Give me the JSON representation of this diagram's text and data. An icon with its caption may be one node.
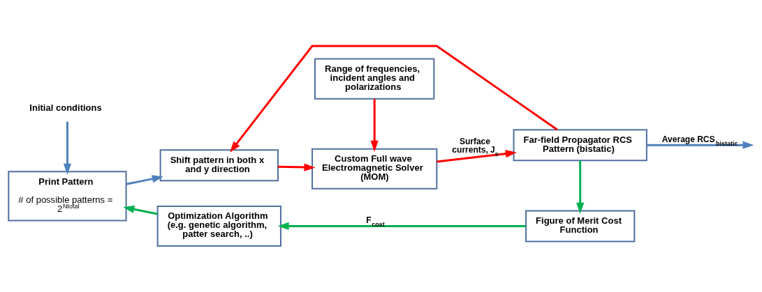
{
  "diagram": {
    "nodes": [
      {
        "text": [
          "Initial conditions"
        ]
      },
      {
        "text": [
          "Print Pattern",
          "# of possible patterns = 2$^{Ntotal}$"
        ]
      },
      {
        "text": [
          "Shift pattern in both x and y direction"
        ]
      },
      {
        "text": [
          "Range of frequencies, incident angles and polarizations"
        ]
      },
      {
        "text": [
          "Custom Full wave Electromagnetic Solver (MOM)"
        ]
      },
      {
        "text": [
          "Far-field Propagator RCS Pattern (bistatic)"
        ]
      },
      {
        "text": [
          "Figure of Merit Cost Function"
        ]
      },
      {
        "text": [
          "Optimization Algorithm (e.g. genetic algorithm, patter search, ..)"
        ]
      }
    ],
    "edges": [
      {
        "from": 0,
        "to": 1,
        "arrow": "to",
        "color": "#4f81bd"
      },
      {
        "from": 1,
        "to": 2,
        "arrow": "to",
        "color": "#4f81bd"
      },
      {
        "from": 2,
        "to": 4,
        "arrow": "to",
        "color": "#ff0000"
      },
      {
        "from": 3,
        "to": 4,
        "arrow": "to",
        "color": "#ff0000"
      },
      {
        "from": 4,
        "to": 5,
        "arrow": "to",
        "label": "Surface currents, J$_{s}$",
        "color": "#ff0000"
      },
      {
        "from": 5,
        "to": null,
        "arrow": "to",
        "label": "Average RCS$_{bistatic}$",
        "color": "#4f81bd"
      },
      {
        "from": 5,
        "to": 2,
        "arrow": "to",
        "color": "#ff0000"
      },
      {
        "from": 5,
        "to": 6,
        "arrow": "to",
        "color": "#00b050"
      },
      {
        "from": 6,
        "to": 7,
        "arrow": "to",
        "label": "F$_{cost}$",
        "color": "#00b050"
      },
      {
        "from": 7,
        "to": 1,
        "arrow": "to",
        "color": "#00b050"
      }
    ]
  }
}
